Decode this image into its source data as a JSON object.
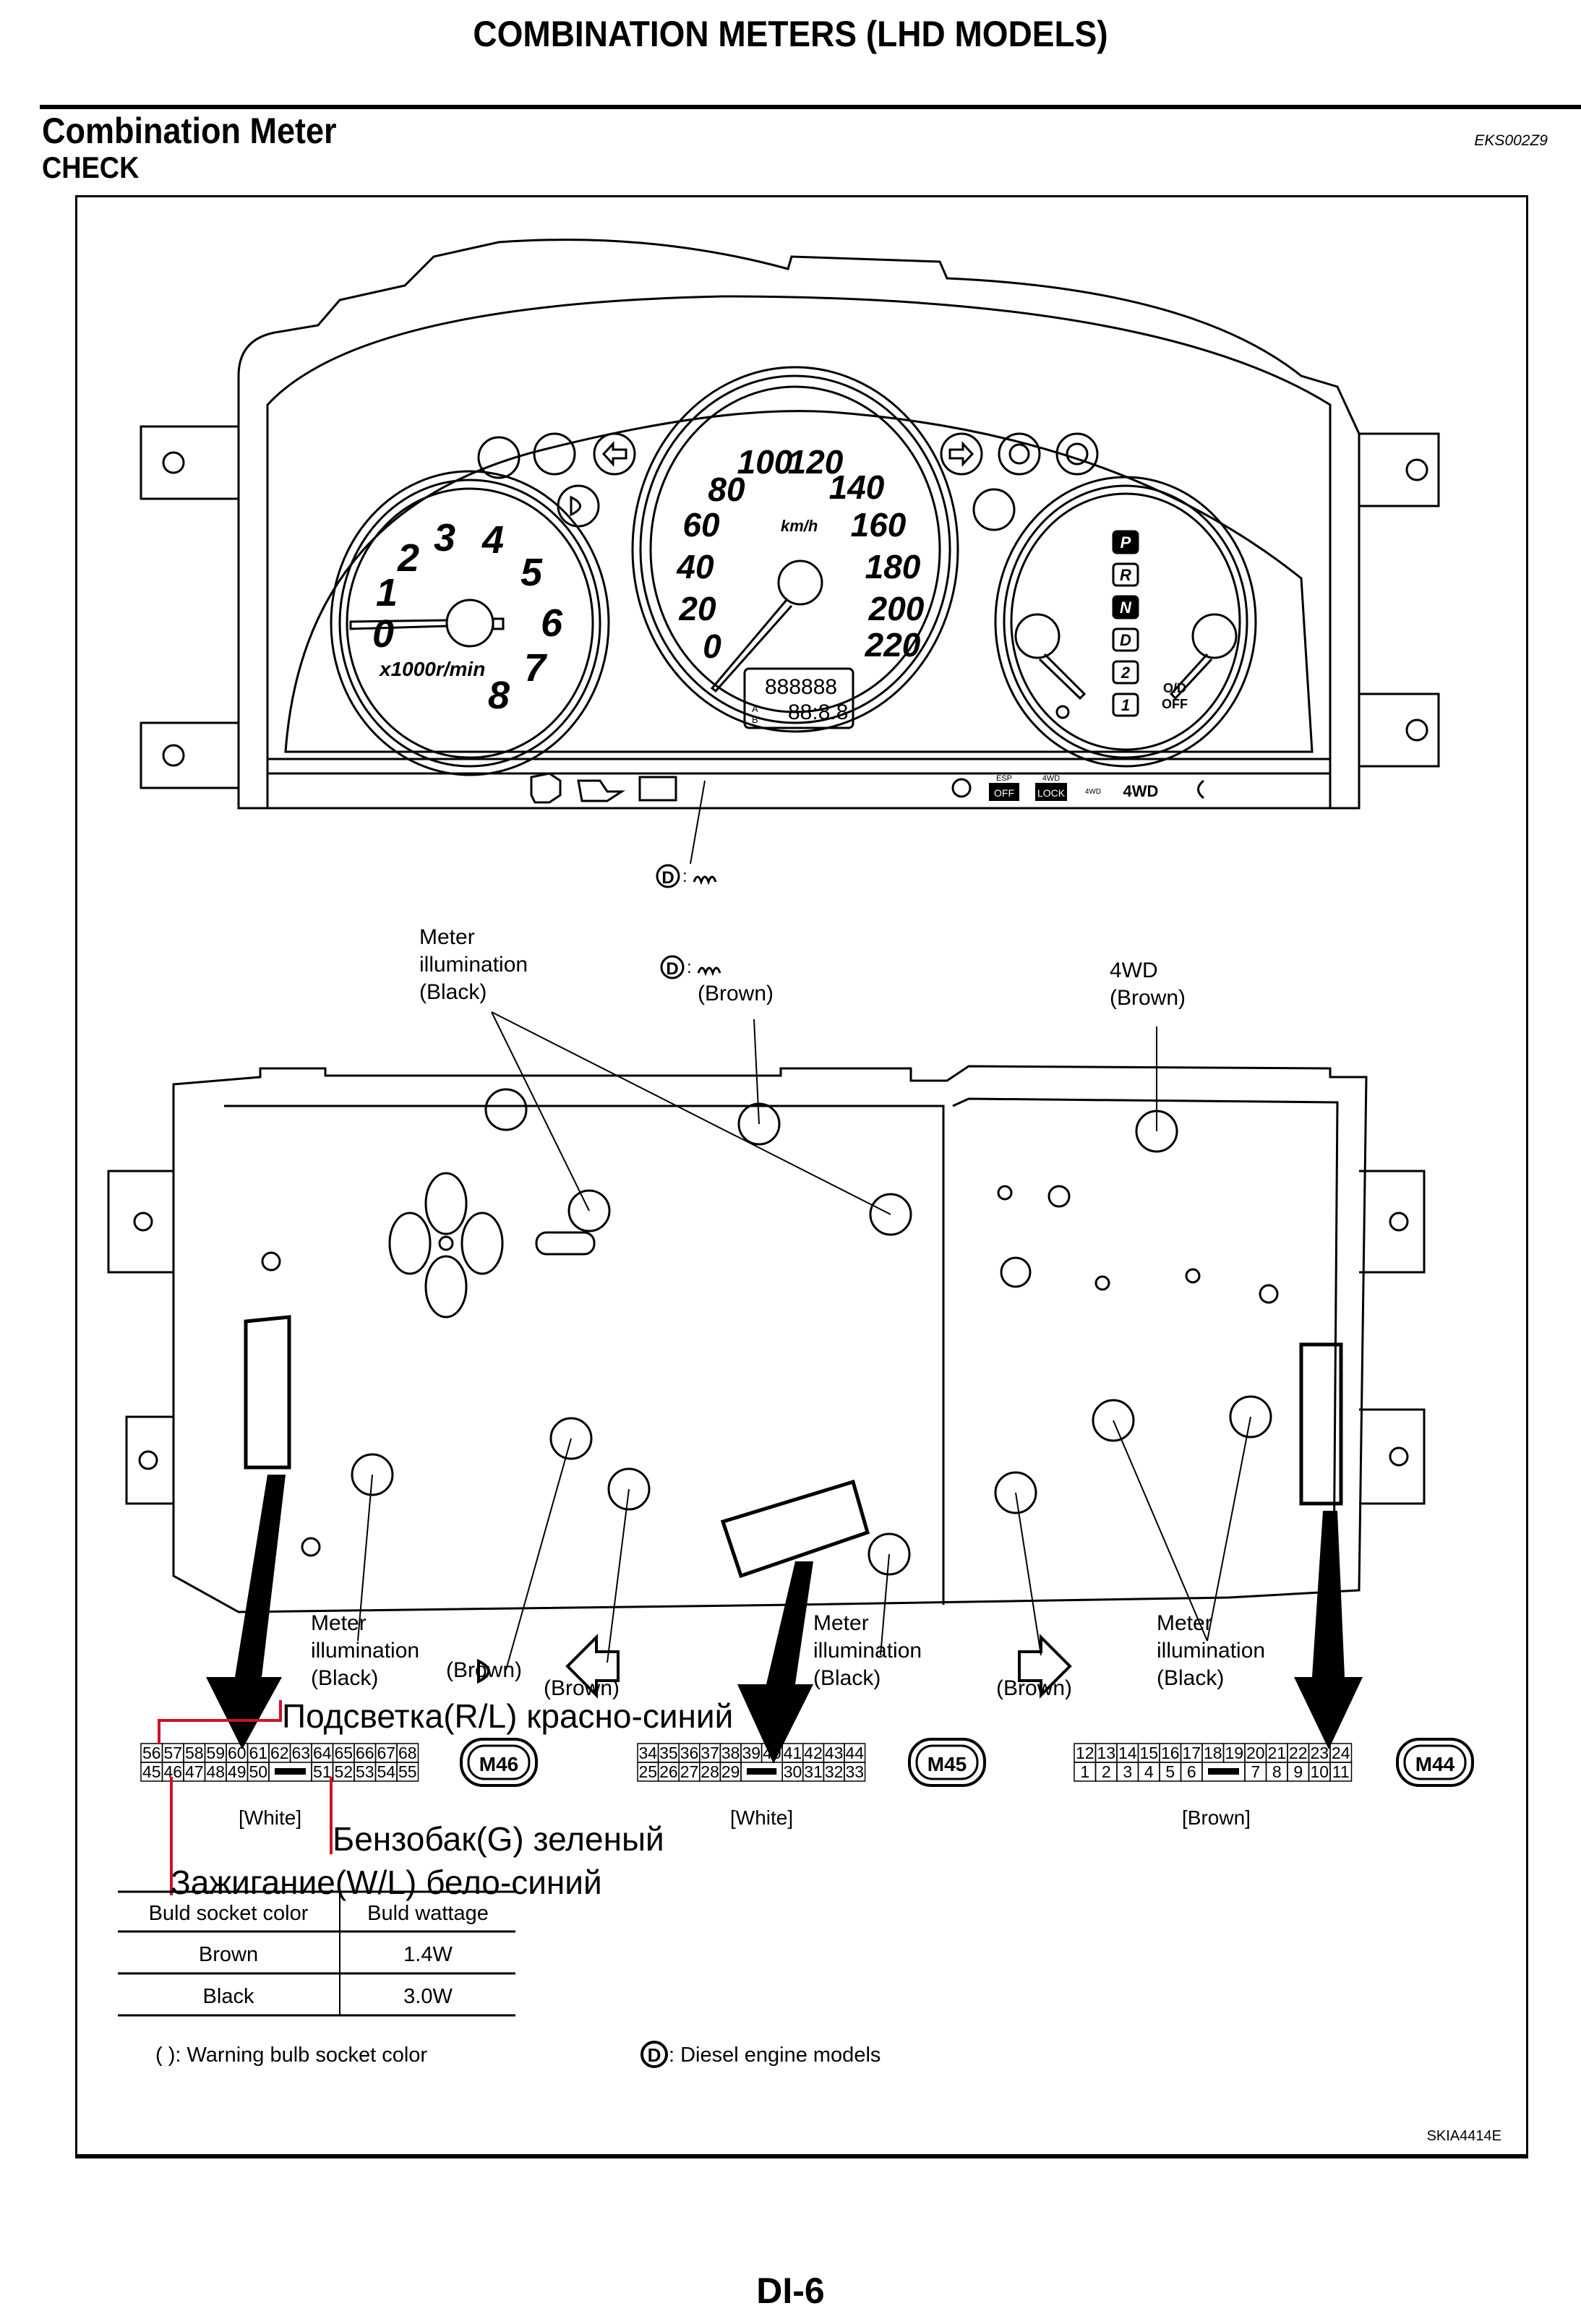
{
  "header": {
    "page_title": "COMBINATION METERS (LHD MODELS)",
    "section_title": "Combination Meter",
    "subsection_title": "CHECK",
    "ref_code": "EKS002Z9"
  },
  "front_view": {
    "tachometer": {
      "numbers": [
        "0",
        "1",
        "2",
        "3",
        "4",
        "5",
        "6",
        "7",
        "8"
      ],
      "unit": "x1000r/min"
    },
    "speedometer": {
      "numbers": [
        "0",
        "20",
        "40",
        "60",
        "80",
        "100",
        "120",
        "140",
        "160",
        "180",
        "200",
        "220"
      ],
      "unit": "km/h",
      "odometer_display": "888888",
      "trip_display": "88:8.8",
      "trip_ab": [
        "A",
        "B"
      ]
    },
    "shift_indicator": [
      "P",
      "R",
      "N",
      "D",
      "2",
      "1"
    ],
    "od_off": [
      "O/D",
      "OFF"
    ],
    "top_indicators": [
      "seatbelt-warning-icon",
      "airbag-warning-icon",
      "turn-left-icon",
      "turn-right-icon",
      "brake-warning-icon",
      "abs-warning-icon"
    ],
    "side_indicators": [
      "high-beam-icon",
      "door-ajar-icon"
    ],
    "bottom_strip": {
      "left_icons": [
        "check-engine-icon",
        "oil-pressure-icon",
        "battery-icon"
      ],
      "esp_off": [
        "ESP",
        "OFF"
      ],
      "lock_4wd": [
        "4WD",
        "LOCK"
      ],
      "small_4wd": "4WD",
      "label_4wd": "4WD"
    },
    "diesel_callout": {
      "marker": "D",
      "separator": ":"
    }
  },
  "rear_view": {
    "labels": {
      "meter_illum_top": [
        "Meter",
        "illumination",
        "(Black)"
      ],
      "glow_top_color": "(Brown)",
      "wd4_top": [
        "4WD",
        "(Brown)"
      ],
      "meter_illum_bl": [
        "Meter",
        "illumination",
        "(Black)"
      ],
      "high_beam_color": "(Brown)",
      "turn_left_color": "(Brown)",
      "meter_illum_bm": [
        "Meter",
        "illumination",
        "(Black)"
      ],
      "turn_right_color": "(Brown)",
      "meter_illum_br": [
        "Meter",
        "illumination",
        "(Black)"
      ]
    }
  },
  "connectors": [
    {
      "id": "M46",
      "color": "[White]",
      "top_row": [
        "56",
        "57",
        "58",
        "59",
        "60",
        "61",
        "62",
        "63",
        "64",
        "65",
        "66",
        "67",
        "68"
      ],
      "bottom_row": [
        "45",
        "46",
        "47",
        "48",
        "49",
        "50",
        "",
        "",
        "51",
        "52",
        "53",
        "54",
        "55"
      ]
    },
    {
      "id": "M45",
      "color": "[White]",
      "top_row": [
        "34",
        "35",
        "36",
        "37",
        "38",
        "39",
        "40",
        "41",
        "42",
        "43",
        "44"
      ],
      "bottom_row": [
        "25",
        "26",
        "27",
        "28",
        "29",
        "",
        "",
        "30",
        "31",
        "32",
        "33"
      ]
    },
    {
      "id": "M44",
      "color": "[Brown]",
      "top_row": [
        "12",
        "13",
        "14",
        "15",
        "16",
        "17",
        "18",
        "19",
        "20",
        "21",
        "22",
        "23",
        "24"
      ],
      "bottom_row": [
        "1",
        "2",
        "3",
        "4",
        "5",
        "6",
        "",
        "",
        "7",
        "8",
        "9",
        "10",
        "11"
      ]
    }
  ],
  "annotations": {
    "highlight_color": "#d0102a",
    "backlight": "Подсветка(R/L) красно-синий",
    "fuel_tank": "Бензобак(G) зеленый",
    "ignition": "Зажигание(W/L) бело-синий"
  },
  "bulb_table": {
    "headers": [
      "Buld socket color",
      "Buld wattage"
    ],
    "rows": [
      [
        "Brown",
        "1.4W"
      ],
      [
        "Black",
        "3.0W"
      ]
    ]
  },
  "legend": {
    "warning_socket": "(  ): Warning bulb socket color",
    "diesel_marker": "D",
    "diesel_text": ": Diesel engine models"
  },
  "figure_id": "SKIA4414E",
  "page_number": "DI-6"
}
